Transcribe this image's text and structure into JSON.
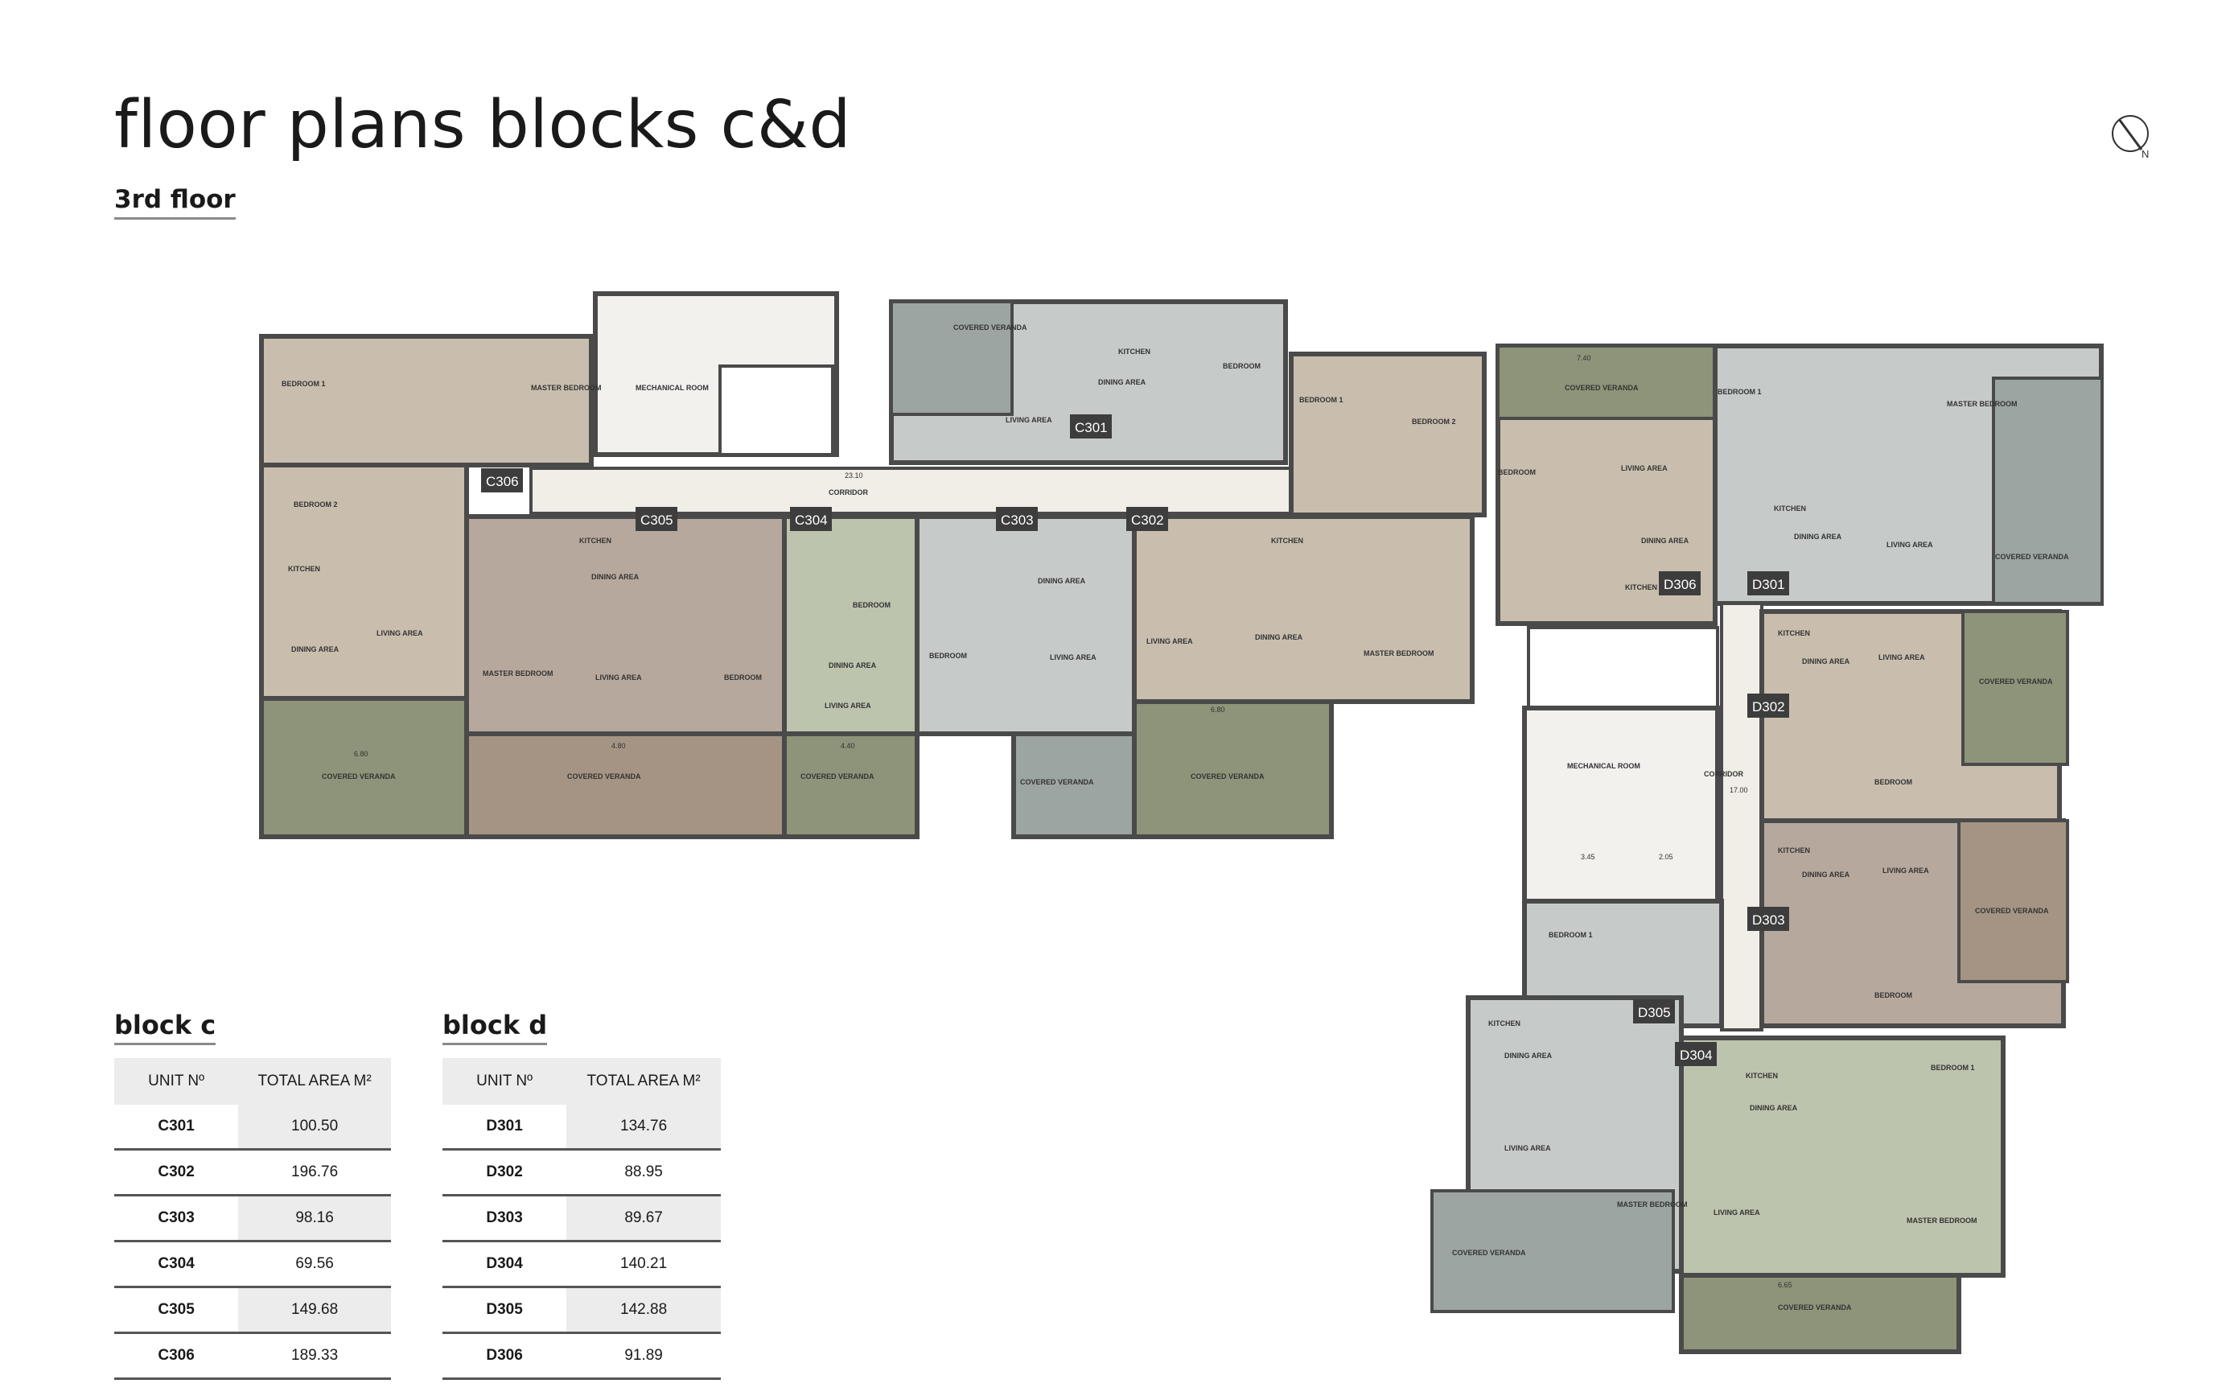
{
  "header": {
    "title": "floor plans blocks c&d",
    "subtitle": "3rd floor",
    "compass_label": "N"
  },
  "colors": {
    "unit_warm": "#c9beae",
    "unit_green": "#bcc4ad",
    "unit_grey": "#c6cbc9",
    "unit_taupe": "#b7a89d",
    "veranda_green": "#8d9479",
    "veranda_taupe": "#a59483",
    "veranda_grey": "#9ca5a2",
    "wall": "#4a4a4a"
  },
  "plan": {
    "unit_tags": {
      "c301": "C301",
      "c302": "C302",
      "c303": "C303",
      "c304": "C304",
      "c305": "C305",
      "c306": "C306",
      "d301": "D301",
      "d302": "D302",
      "d303": "D303",
      "d304": "D304",
      "d305": "D305",
      "d306": "D306"
    },
    "rooms": {
      "bedroom": "BEDROOM",
      "bedroom1": "BEDROOM 1",
      "bedroom2": "BEDROOM 2",
      "master": "MASTER BEDROOM",
      "kitchen": "KITCHEN",
      "living": "LIVING AREA",
      "dining": "DINING AREA",
      "veranda": "COVERED VERANDA",
      "corridor": "CORRIDOR",
      "mech": "MECHANICAL ROOM"
    },
    "dims": {
      "corridor_c": "23.10",
      "corridor_d": "17.00",
      "c_veranda_1": "6.80",
      "c_veranda_2": "4.80",
      "c_veranda_3": "4.40",
      "c_veranda_4": "6.80",
      "d_veranda_1": "7.40",
      "d_veranda_2": "6.65",
      "d_mech_1": "3.45",
      "d_mech_2": "2.05"
    }
  },
  "block_c": {
    "title": "block c",
    "col_unit": "UNIT Nº",
    "col_area": "TOTAL AREA M²",
    "rows": [
      {
        "unit": "C301",
        "area": "100.50"
      },
      {
        "unit": "C302",
        "area": "196.76"
      },
      {
        "unit": "C303",
        "area": "98.16"
      },
      {
        "unit": "C304",
        "area": "69.56"
      },
      {
        "unit": "C305",
        "area": "149.68"
      },
      {
        "unit": "C306",
        "area": "189.33"
      }
    ]
  },
  "block_d": {
    "title": "block d",
    "col_unit": "UNIT Nº",
    "col_area": "TOTAL AREA M²",
    "rows": [
      {
        "unit": "D301",
        "area": "134.76"
      },
      {
        "unit": "D302",
        "area": "88.95"
      },
      {
        "unit": "D303",
        "area": "89.67"
      },
      {
        "unit": "D304",
        "area": "140.21"
      },
      {
        "unit": "D305",
        "area": "142.88"
      },
      {
        "unit": "D306",
        "area": "91.89"
      }
    ]
  }
}
